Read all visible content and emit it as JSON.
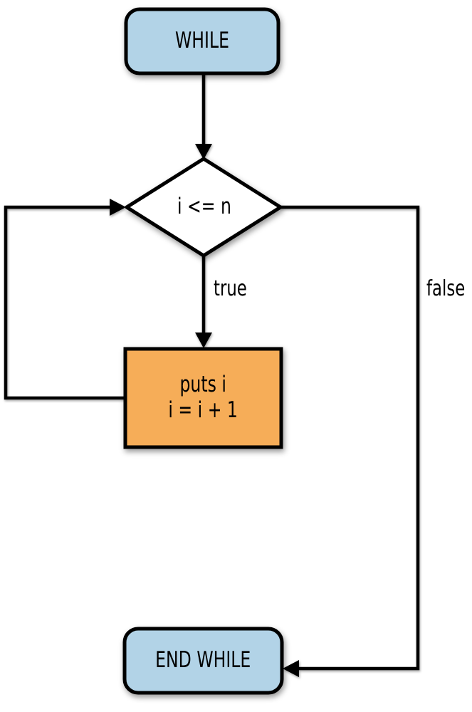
{
  "diagram": {
    "type": "flowchart",
    "subject": "while loop control flow",
    "nodes": {
      "start": {
        "label": "WHILE",
        "shape": "rounded-rect",
        "fill": "#b2d3e7"
      },
      "condition": {
        "label": "i <= n",
        "shape": "diamond",
        "fill": "#ffffff"
      },
      "body": {
        "line1": "puts i",
        "line2": "i = i + 1",
        "shape": "rect",
        "fill": "#f6ad58"
      },
      "end": {
        "label": "END WHILE",
        "shape": "rounded-rect",
        "fill": "#b2d3e7"
      }
    },
    "edges": {
      "true_label": "true",
      "false_label": "false"
    },
    "colors": {
      "terminator_fill": "#b2d3e7",
      "process_fill": "#f6ad58",
      "decision_fill": "#ffffff",
      "stroke": "#000000",
      "background": "#ffffff"
    }
  }
}
